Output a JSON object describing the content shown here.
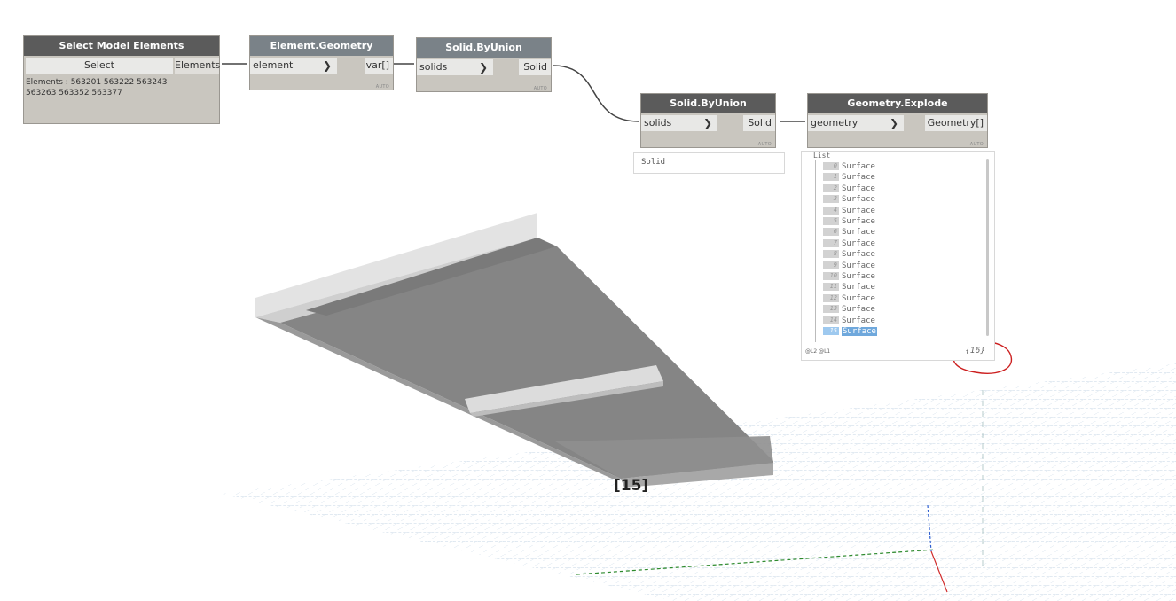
{
  "colors": {
    "node_header": "#5b5b5b",
    "node_header_light": "#7a8288",
    "node_body": "#c9c6bf",
    "port_bg": "#e8e8e6",
    "selected": "#6fa8dc",
    "annotation": "#cc1f1f"
  },
  "nodes": {
    "select_model_elements": {
      "title": "Select Model Elements",
      "select_label": "Select",
      "output": "Elements",
      "info": "Elements : 563201 563222 563243 563263 563352 563377"
    },
    "element_geometry": {
      "title": "Element.Geometry",
      "input": "element",
      "output": "var[]",
      "lacing": "AUTO"
    },
    "solid_byunion_1": {
      "title": "Solid.ByUnion",
      "input": "solids",
      "output": "Solid",
      "lacing": "AUTO"
    },
    "solid_byunion_2": {
      "title": "Solid.ByUnion",
      "input": "solids",
      "output": "Solid",
      "lacing": "AUTO",
      "preview": "Solid"
    },
    "geometry_explode": {
      "title": "Geometry.Explode",
      "input": "geometry",
      "output": "Geometry[]",
      "lacing": "AUTO"
    }
  },
  "watch": {
    "header": "List",
    "items": [
      {
        "index": "0",
        "label": "Surface"
      },
      {
        "index": "1",
        "label": "Surface"
      },
      {
        "index": "2",
        "label": "Surface"
      },
      {
        "index": "3",
        "label": "Surface"
      },
      {
        "index": "4",
        "label": "Surface"
      },
      {
        "index": "5",
        "label": "Surface"
      },
      {
        "index": "6",
        "label": "Surface"
      },
      {
        "index": "7",
        "label": "Surface"
      },
      {
        "index": "8",
        "label": "Surface"
      },
      {
        "index": "9",
        "label": "Surface"
      },
      {
        "index": "10",
        "label": "Surface"
      },
      {
        "index": "11",
        "label": "Surface"
      },
      {
        "index": "12",
        "label": "Surface"
      },
      {
        "index": "13",
        "label": "Surface"
      },
      {
        "index": "14",
        "label": "Surface"
      },
      {
        "index": "15",
        "label": "Surface"
      }
    ],
    "selected_index": 15,
    "levels": "@L2 @L1",
    "count": "{16}"
  },
  "viewport": {
    "label": "[15]"
  }
}
